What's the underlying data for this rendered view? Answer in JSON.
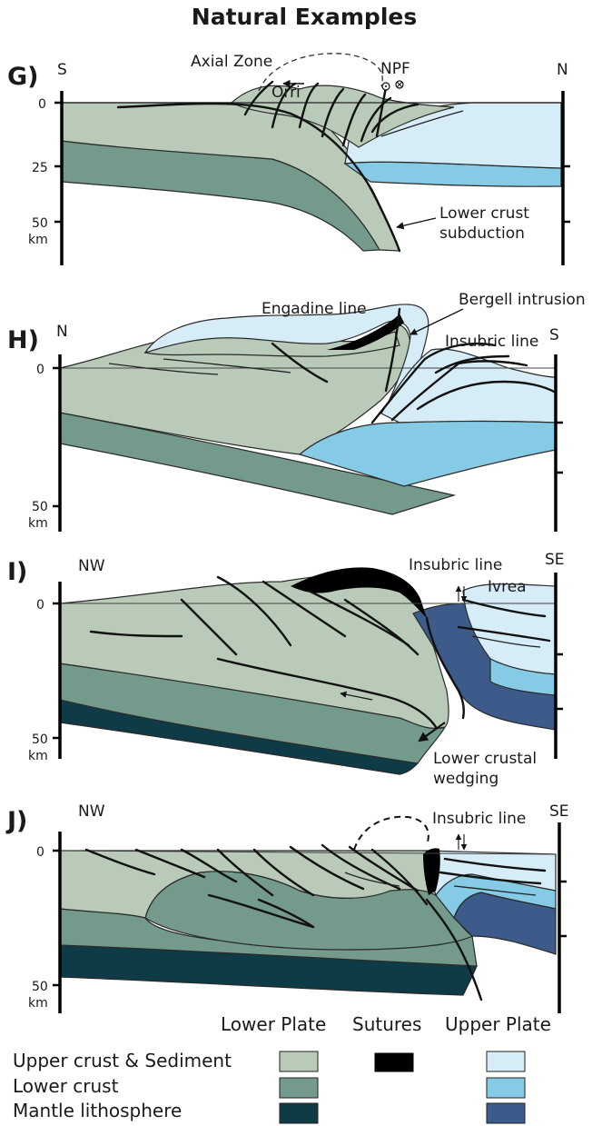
{
  "title": "Natural Examples",
  "colors": {
    "upper_crust_lower_plate": "#b9cbb8",
    "lower_crust_lower_plate": "#739a8a",
    "mantle_lower_plate": "#0f3b47",
    "sutures": "#000000",
    "upper_crust_upper_plate": "#d6edf7",
    "lower_crust_upper_plate": "#86cbe6",
    "mantle_upper_plate": "#3c5b8a"
  },
  "panels": {
    "g": {
      "label": "G)",
      "left": "S",
      "right": "N",
      "depths": [
        "0",
        "25",
        "50",
        "km"
      ],
      "annotations": {
        "axial_zone": "Axial Zone",
        "orri": "Orri",
        "npf": "NPF",
        "subduction_1": "Lower crust",
        "subduction_2": "subduction"
      }
    },
    "h": {
      "label": "H)",
      "left": "N",
      "right": "S",
      "depths": [
        "0",
        "50",
        "km"
      ],
      "annotations": {
        "engadine": "Engadine line",
        "bergell": "Bergell intrusion",
        "insubric": "Insubric line"
      }
    },
    "i": {
      "label": "I)",
      "left": "NW",
      "right": "SE",
      "depths": [
        "0",
        "50",
        "km"
      ],
      "annotations": {
        "insubric": "Insubric line",
        "ivrea": "Ivrea",
        "wedging_1": "Lower crustal",
        "wedging_2": "wedging"
      }
    },
    "j": {
      "label": "J)",
      "left": "NW",
      "right": "SE",
      "depths": [
        "0",
        "50",
        "km"
      ],
      "annotations": {
        "insubric": "Insubric line"
      }
    }
  },
  "legend": {
    "col_lower": "Lower Plate",
    "col_sutures": "Sutures",
    "col_upper": "Upper Plate",
    "rows": [
      "Upper crust & Sediment",
      "Lower crust",
      "Mantle lithosphere"
    ]
  }
}
